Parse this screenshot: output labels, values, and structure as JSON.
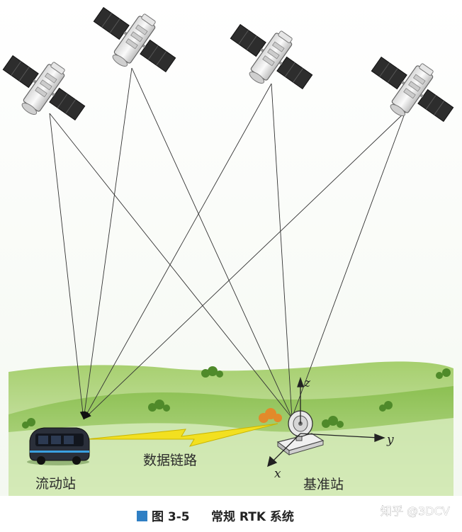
{
  "labels": {
    "rover": "流动站",
    "data_link": "数据链路",
    "base": "基准站",
    "axis_x": "x",
    "axis_y": "y",
    "axis_z": "z"
  },
  "caption": {
    "figure_number": "图 3-5",
    "title": "常规 RTK 系统"
  },
  "watermark": "知乎 @3DCV",
  "colors": {
    "sky": "#ffffff",
    "hill_dark": "#6fa83c",
    "hill_light": "#b8d88e",
    "lightning": "#f2e020",
    "caption_square": "#2f7fc4",
    "vehicle_body": "#2a2f3a",
    "vehicle_accent": "#3aa0e0"
  },
  "icons": [
    "satellite-icon",
    "vehicle-icon",
    "antenna-icon",
    "lightning-icon"
  ]
}
